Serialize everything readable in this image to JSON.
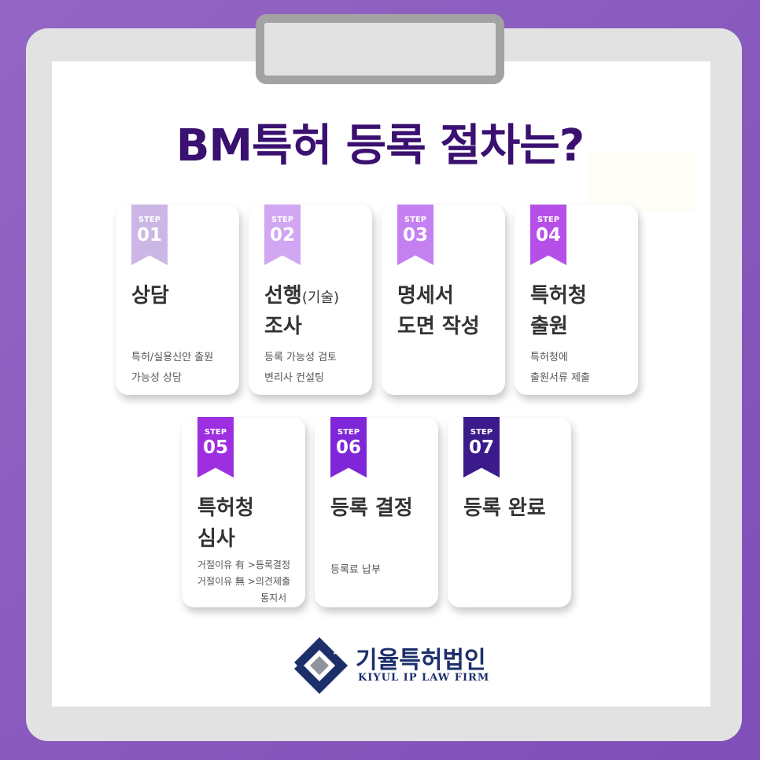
{
  "title": "BM특허 등록 절차는?",
  "step_label": "STEP",
  "steps": [
    {
      "num": "01",
      "title": "상담",
      "title_small": "",
      "title2": "",
      "desc": "특허/실용신안 출원\n가능성 상담",
      "color": "#cbb6e6"
    },
    {
      "num": "02",
      "title": "선행",
      "title_small": "(기술)",
      "title2": "조사",
      "desc": "등록 가능성 검토\n변리사 컨설팅",
      "color": "#d1a6f2"
    },
    {
      "num": "03",
      "title": "명세서",
      "title_small": "",
      "title2": "도면 작성",
      "desc": "",
      "color": "#c47ff0"
    },
    {
      "num": "04",
      "title": "특허청",
      "title_small": "",
      "title2": "출원",
      "desc": "특허청에\n출원서류 제출",
      "color": "#b64fe8"
    },
    {
      "num": "05",
      "title": "특허청",
      "title_small": "",
      "title2": "심사",
      "desc": "거절이유 有 >등록결정\n거절이유 無 >의견제출\n                     통지서",
      "color": "#9d2fe0"
    },
    {
      "num": "06",
      "title": "등록 결정",
      "title_small": "",
      "title2": "",
      "desc": "등록료 납부",
      "color": "#7f27d8"
    },
    {
      "num": "07",
      "title": "등록 완료",
      "title_small": "",
      "title2": "",
      "desc": "",
      "color": "#3b1a8c"
    }
  ],
  "brand": {
    "name": "기율특허법인",
    "name_en": "KIYUL IP LAW FIRM"
  }
}
